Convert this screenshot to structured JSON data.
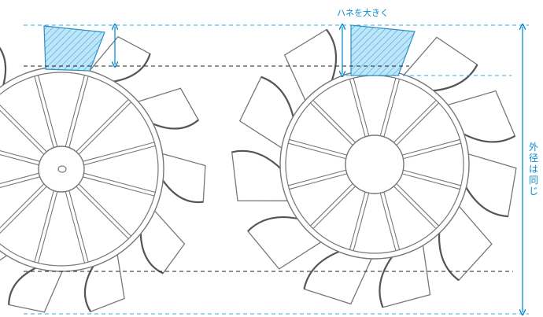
{
  "annotations": {
    "blade_label": "ハネを大きく",
    "diameter_label": "外径は同じ"
  },
  "colors": {
    "accent": "#0a8ccf",
    "highlight_fill": "#a6dcf5",
    "dash_black": "#222222",
    "fan_stroke": "#777777",
    "blade_dark_edge": "#555555"
  },
  "fans": [
    {
      "name": "fan-small-blades",
      "blade_count": 11,
      "blade_scale": "small"
    },
    {
      "name": "fan-large-blades",
      "blade_count": 11,
      "blade_scale": "large"
    }
  ]
}
